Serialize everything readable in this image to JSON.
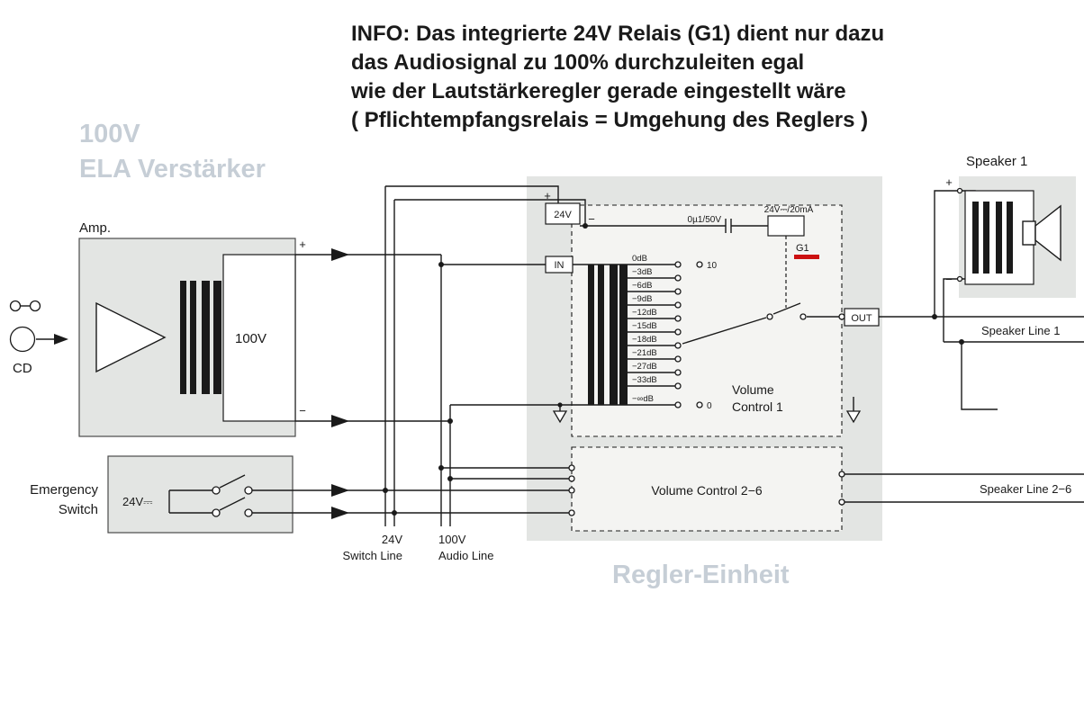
{
  "colors": {
    "line": "#1a1a1a",
    "panel": "#e3e5e3",
    "panel-inner": "#f4f4f2",
    "watermark": "#c6ced6",
    "red": "#cc1111"
  },
  "info": {
    "lines": [
      "INFO: Das integrierte 24V Relais (G1) dient nur dazu",
      "das Audiosignal zu 100% durchzuleiten egal",
      "wie der Lautstärkeregler gerade eingestellt wäre",
      "( Pflichtempfangsrelais = Umgehung des Reglers )"
    ]
  },
  "amplifier": {
    "watermark": [
      "100V",
      "ELA Verstärker"
    ],
    "label": "Amp.",
    "voltage": "100V",
    "plus": "+",
    "minus": "−"
  },
  "cd": {
    "label": "CD"
  },
  "emergency": {
    "label": [
      "Emergency",
      "Switch"
    ],
    "voltage": "24V⎓"
  },
  "buses": {
    "switch_line": [
      "24V",
      "Switch Line"
    ],
    "audio_line": [
      "100V",
      "Audio Line"
    ]
  },
  "regler": {
    "title": "Regler-Einheit",
    "supply": {
      "plus": "+",
      "label": "24V",
      "minus": "−"
    },
    "capacitor": "0µ1/50V",
    "relay": {
      "label": "24V⎓/20mA",
      "name": "G1"
    },
    "in_label": "IN",
    "out_label": "OUT",
    "scale": {
      "max": "10",
      "min": "0"
    },
    "taps": [
      "0dB",
      "−3dB",
      "−6dB",
      "−9dB",
      "−12dB",
      "−15dB",
      "−18dB",
      "−21dB",
      "−27dB",
      "−33dB",
      "−∞dB"
    ],
    "vc1": [
      "Volume",
      "Control 1"
    ],
    "vc26": "Volume Control 2−6"
  },
  "speaker": {
    "title": "Speaker 1",
    "plus": "+",
    "minus": "−",
    "line1": "Speaker Line 1",
    "line26": "Speaker Line 2−6"
  }
}
